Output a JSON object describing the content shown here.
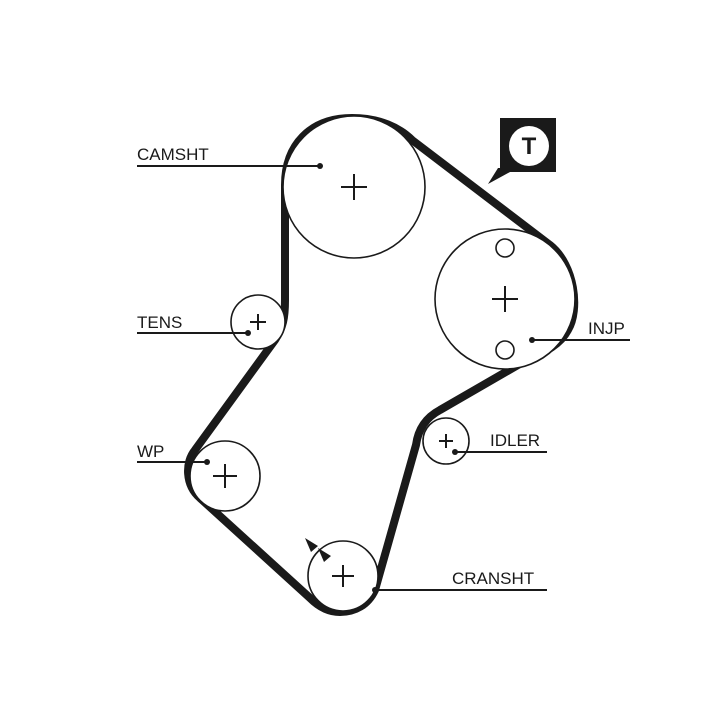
{
  "labels": {
    "camshaft": "CAMSHT",
    "tensioner": "TENS",
    "injection_pump": "INJP",
    "water_pump": "WP",
    "idler": "IDLER",
    "crankshaft": "CRANSHT",
    "tensioner_badge": "T"
  },
  "colors": {
    "ink": "#1a1a1a",
    "background": "#ffffff"
  },
  "icons": {
    "tensioner_badge": "letter-t-in-circle-badge",
    "rotation_direction": "rotation-arrow-icon"
  }
}
